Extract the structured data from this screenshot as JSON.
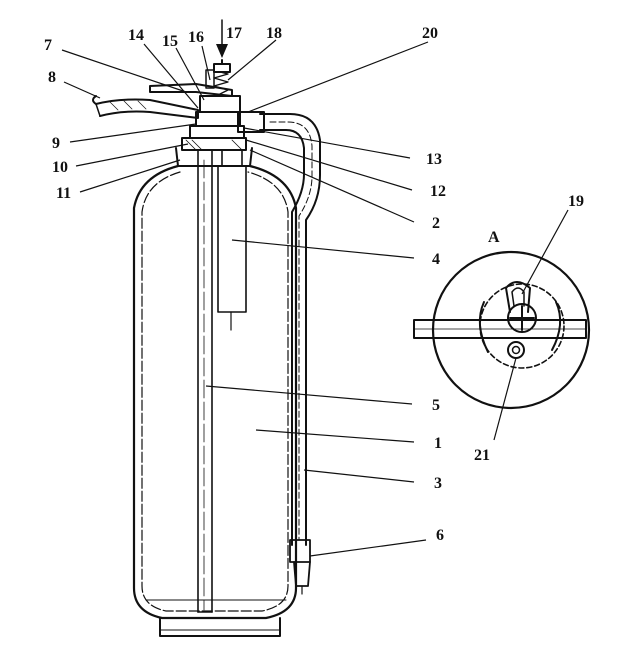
{
  "labels": {
    "l1": "1",
    "l2": "2",
    "l3": "3",
    "l4": "4",
    "l5": "5",
    "l6": "6",
    "l7": "7",
    "l8": "8",
    "l9": "9",
    "l10": "10",
    "l11": "11",
    "l12": "12",
    "l13": "13",
    "l14": "14",
    "l15": "15",
    "l16": "16",
    "l17": "17",
    "l18": "18",
    "l19": "19",
    "l20": "20",
    "l21": "21"
  },
  "detail": {
    "title": "A"
  }
}
